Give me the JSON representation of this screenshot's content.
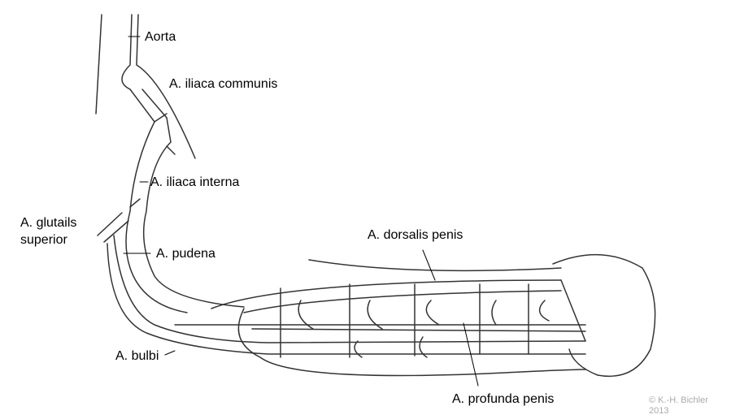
{
  "labels": {
    "aorta": "Aorta",
    "iliaca_communis": "A. iliaca communis",
    "iliaca_interna": "A. iliaca interna",
    "glutails_superior_1": "A. glutails",
    "glutails_superior_2": "superior",
    "pudena": "A. pudena",
    "dorsalis_penis": "A. dorsalis penis",
    "bulbi": "A. bulbi",
    "profunda_penis": "A. profunda penis"
  },
  "copyright": {
    "line1": "© K.-H. Bichler",
    "line2": "2013"
  }
}
